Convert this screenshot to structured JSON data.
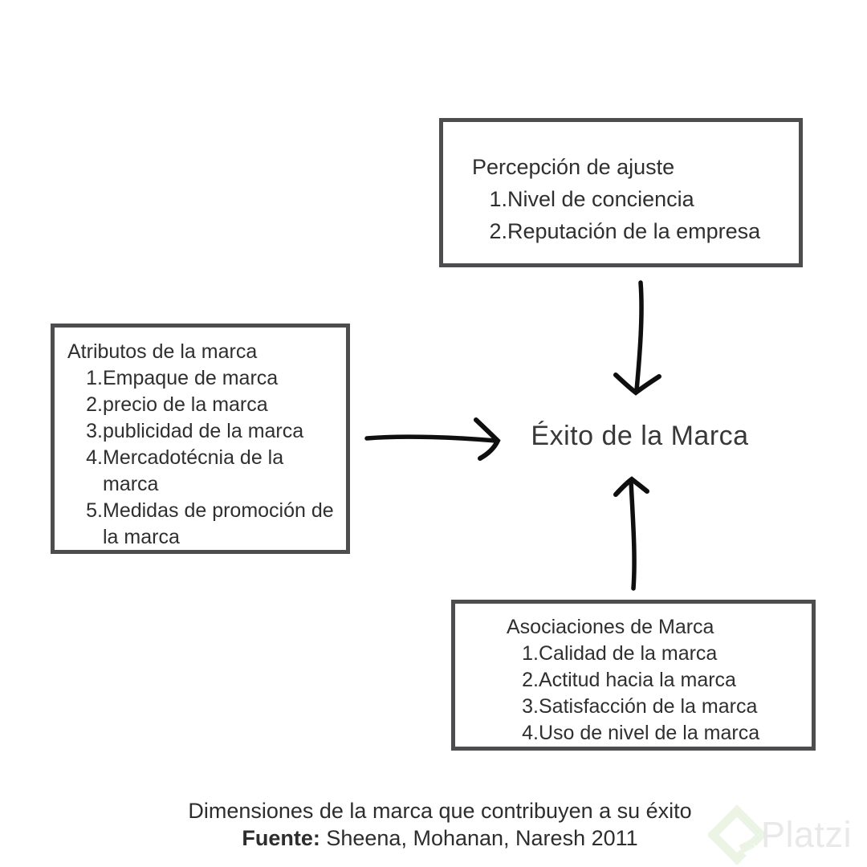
{
  "diagram": {
    "center_title": "Éxito de la Marca",
    "boxes": [
      {
        "id": "perception",
        "title": "Percepción de ajuste",
        "items": [
          "Nivel de conciencia",
          "Reputación de la empresa"
        ]
      },
      {
        "id": "attributes",
        "title": "Atributos de la marca",
        "items": [
          "Empaque de marca",
          "precio de la marca",
          "publicidad de la marca",
          "Mercadotécnia de la marca",
          "Medidas de promoción de la marca"
        ]
      },
      {
        "id": "associations",
        "title": "Asociaciones de Marca",
        "items": [
          "Calidad de la marca",
          "Actitud hacia la marca",
          "Satisfacción de la marca",
          "Uso de nivel de la marca"
        ]
      }
    ],
    "arrows": [
      {
        "icon": "arrow-down-icon",
        "from": "Percepción de ajuste",
        "to": "Éxito de la Marca"
      },
      {
        "icon": "arrow-right-icon",
        "from": "Atributos de la marca",
        "to": "Éxito de la Marca"
      },
      {
        "icon": "arrow-up-icon",
        "from": "Asociaciones de Marca",
        "to": "Éxito de la Marca"
      }
    ]
  },
  "caption": {
    "title": "Dimensiones de la marca que contribuyen a su éxito",
    "source_label": "Fuente:",
    "source_value": "Sheena, Mohanan, Naresh 2011"
  },
  "watermark": {
    "brand": "Platzi",
    "logo_icon": "platzi-logo-icon"
  },
  "colors": {
    "box_border": "#4d4d4f",
    "text": "#2f2f2f",
    "arrow": "#0f0f0f",
    "watermark_logo": "#ecf4e5",
    "watermark_text": "#e9e9e9"
  }
}
